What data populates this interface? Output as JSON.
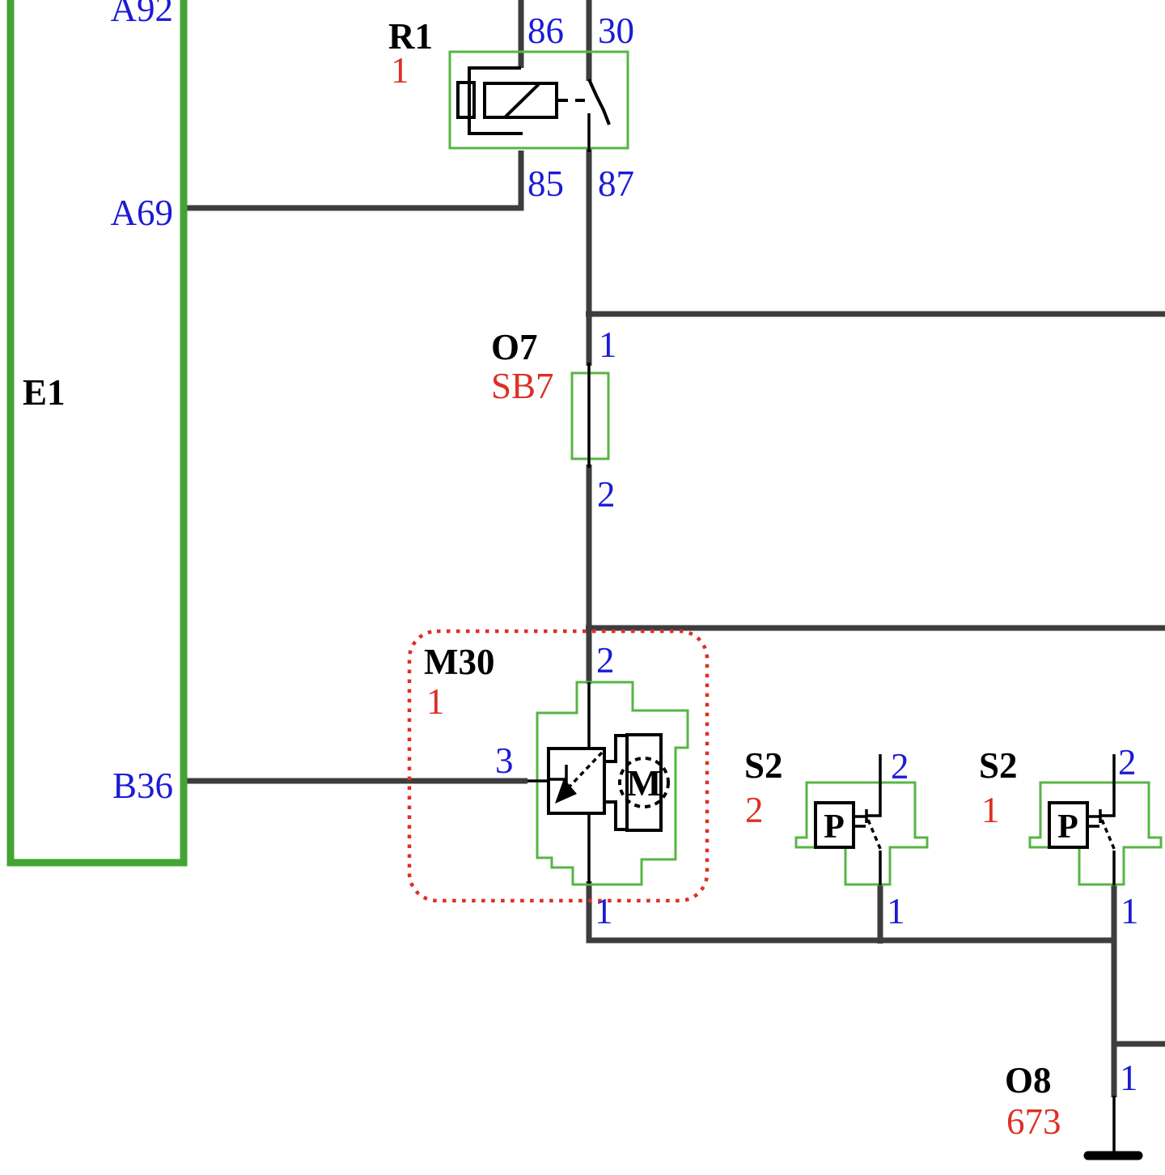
{
  "colors": {
    "wire": "#3d3d3d",
    "symbol": "#000000",
    "box_green": "#42a533",
    "component_green": "#57b545",
    "label_blue": "#1b1bd6",
    "value_red": "#dc3024",
    "background": "#ffffff"
  },
  "components": {
    "e1": {
      "id": "E1",
      "pins": {
        "a92": "A92",
        "a69": "A69",
        "b36": "B36"
      }
    },
    "r1": {
      "id": "R1",
      "code": "1",
      "pins": {
        "p86": "86",
        "p30": "30",
        "p85": "85",
        "p87": "87"
      }
    },
    "o7": {
      "id": "O7",
      "code": "SB7",
      "pins": {
        "p1": "1",
        "p2": "2"
      }
    },
    "m30": {
      "id": "M30",
      "code": "1",
      "motor_letter": "M",
      "pins": {
        "p2": "2",
        "p3": "3",
        "p1": "1"
      }
    },
    "s2_left": {
      "id": "S2",
      "code": "2",
      "symbol_letter": "P",
      "pins": {
        "p2": "2",
        "p1": "1"
      }
    },
    "s2_right": {
      "id": "S2",
      "code": "1",
      "symbol_letter": "P",
      "pins": {
        "p2": "2",
        "p1": "1"
      }
    },
    "o8": {
      "id": "O8",
      "code": "673",
      "pins": {
        "p1": "1"
      }
    }
  }
}
